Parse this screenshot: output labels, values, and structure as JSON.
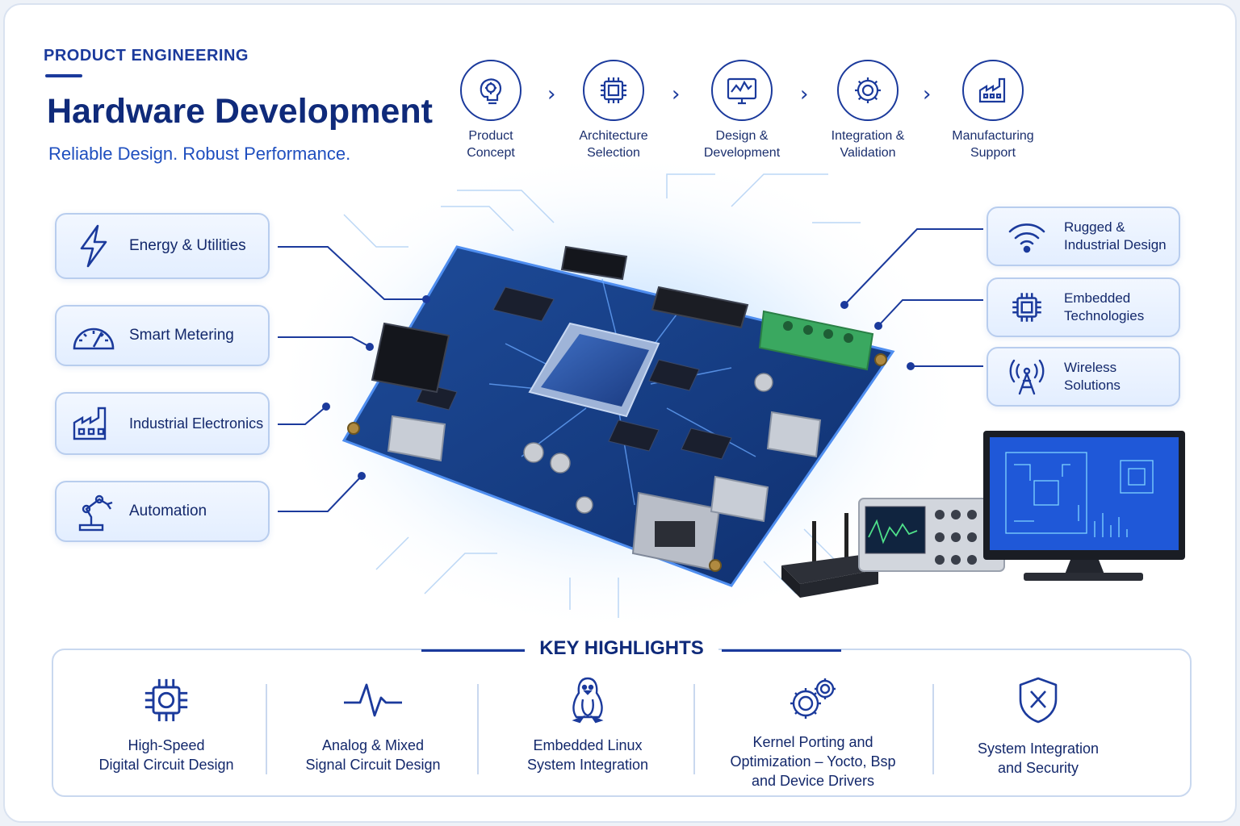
{
  "header": {
    "eyebrow": "PRODUCT  ENGINEERING",
    "title": "Hardware Development",
    "subtitle": "Reliable Design. Robust Performance."
  },
  "process": [
    {
      "line1": "Product",
      "line2": "Concept",
      "icon": "lightbulb-head-icon"
    },
    {
      "line1": "Architecture",
      "line2": "Selection",
      "icon": "chip-icon"
    },
    {
      "line1": "Design &",
      "line2": "Development",
      "icon": "monitor-chart-icon"
    },
    {
      "line1": "Integration &",
      "line2": "Validation",
      "icon": "gear-icon"
    },
    {
      "line1": "Manufacturing",
      "line2": "Support",
      "icon": "factory-icon"
    }
  ],
  "left_cards": [
    {
      "label": "Energy & Utilities",
      "icon": "lightning-icon"
    },
    {
      "label": "Smart Metering",
      "icon": "gauge-icon"
    },
    {
      "label": "Industrial Electronics",
      "icon": "factory-icon"
    },
    {
      "label": "Automation",
      "icon": "robot-arm-icon"
    }
  ],
  "right_cards": [
    {
      "line1": "Rugged &",
      "line2": "Industrial Design",
      "icon": "wifi-icon"
    },
    {
      "line1": "Embedded",
      "line2": "Technologies",
      "icon": "chip-icon"
    },
    {
      "line1": "Wireless",
      "line2": "Solutions",
      "icon": "antenna-tower-icon"
    }
  ],
  "highlights": {
    "title": "KEY HIGHLIGHTS",
    "items": [
      {
        "line1": "High-Speed",
        "line2": "Digital Circuit Design",
        "line3": "",
        "icon": "chip-icon"
      },
      {
        "line1": "Analog & Mixed",
        "line2": "Signal Circuit Design",
        "line3": "",
        "icon": "waveform-icon"
      },
      {
        "line1": "Embedded Linux",
        "line2": "System Integration",
        "line3": "",
        "icon": "penguin-icon"
      },
      {
        "line1": "Kernel Porting and",
        "line2": "Optimization – Yocto, Bsp",
        "line3": "and Device Drivers",
        "icon": "gears-icon"
      },
      {
        "line1": "System Integration",
        "line2": "and Security",
        "line3": "",
        "icon": "shield-tools-icon"
      }
    ]
  },
  "colors": {
    "brand": "#0f2a7a",
    "accent": "#1f4fbf",
    "pcb": "#143a7a",
    "terminal": "#3aa860"
  }
}
